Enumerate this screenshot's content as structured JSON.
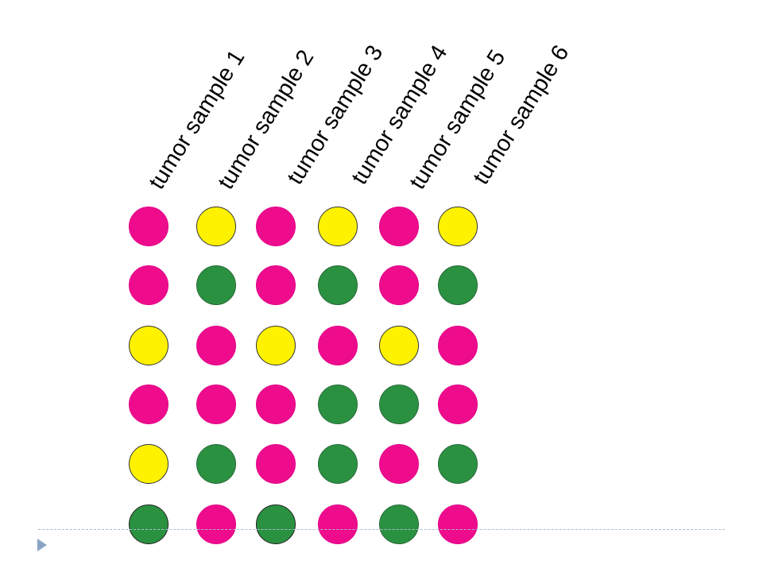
{
  "columns": [
    "tumor sample 1",
    "tumor sample 2",
    "tumor sample 3",
    "tumor sample 4",
    "tumor sample 5",
    "tumor sample 6"
  ],
  "colors": {
    "magenta": "#ee0c8c",
    "yellow": "#fff200",
    "green": "#2a9140"
  },
  "grid": [
    [
      "magenta",
      "yellow",
      "magenta",
      "yellow",
      "magenta",
      "yellow"
    ],
    [
      "magenta",
      "green",
      "magenta",
      "green",
      "magenta",
      "green"
    ],
    [
      "yellow",
      "magenta",
      "yellow",
      "magenta",
      "yellow",
      "magenta"
    ],
    [
      "magenta",
      "magenta",
      "magenta",
      "green",
      "green",
      "magenta"
    ],
    [
      "yellow",
      "green",
      "magenta",
      "green",
      "magenta",
      "green"
    ],
    [
      "green",
      "magenta",
      "green",
      "magenta",
      "green",
      "magenta"
    ]
  ]
}
